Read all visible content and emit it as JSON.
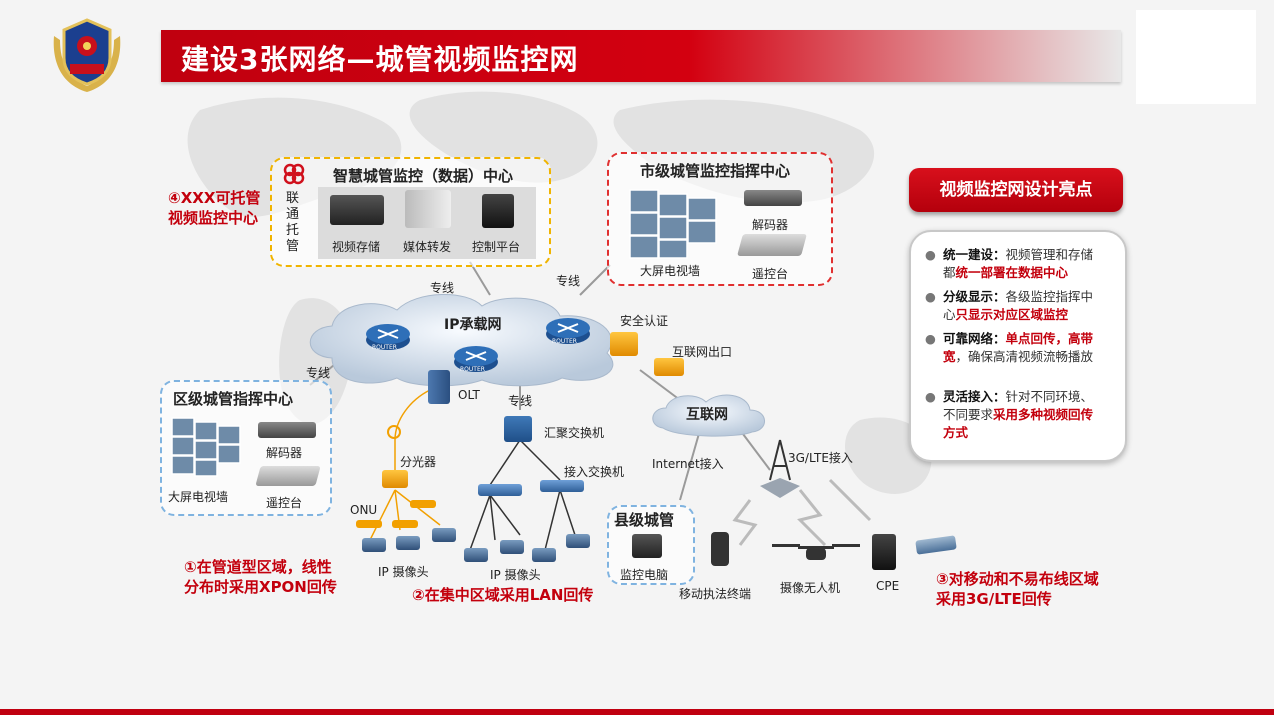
{
  "title": "建设3张网络—城管视频监控网",
  "logo_icon": "chengguan-emblem-icon",
  "smart_center": {
    "title": "智慧城管监控（数据）中心",
    "provider": "联通托管",
    "items": [
      "视频存储",
      "媒体转发",
      "控制平台"
    ]
  },
  "city_center": {
    "title": "市级城管监控指挥中心",
    "wall": "大屏电视墙",
    "decoder": "解码器",
    "console": "遥控台"
  },
  "district_center": {
    "title": "区级城管指挥中心",
    "wall": "大屏电视墙",
    "decoder": "解码器",
    "console": "遥控台"
  },
  "county": {
    "title": "县级城管",
    "pc": "监控电脑"
  },
  "network": {
    "ip_bearer": "IP承载网",
    "internet": "互联网",
    "security": "安全认证",
    "internet_exit": "互联网出口",
    "olt": "OLT",
    "line1": "专线",
    "line2": "专线",
    "line3": "专线",
    "line4": "专线",
    "agg_switch": "汇聚交换机",
    "access_switch": "接入交换机",
    "splitter": "分光器",
    "onu": "ONU",
    "cam1": "IP 摄像头",
    "cam2": "IP 摄像头",
    "internet_access": "Internet接入",
    "lte_access": "3G/LTE接入",
    "mobile": "移动执法终端",
    "drone": "摄像无人机",
    "cpe": "CPE",
    "router_label": "ROUTER"
  },
  "notes": {
    "n4": [
      "④XXX可托管",
      "视频监控中心"
    ],
    "n1": [
      "①在管道型区域，线性",
      "分布时采用XPON回传"
    ],
    "n2": "②在集中区域采用LAN回传",
    "n3": [
      "③对移动和不易布线区域",
      "采用3G/LTE回传"
    ]
  },
  "highlights": {
    "title": "视频监控网设计亮点",
    "items": [
      {
        "bold": "统一建设：",
        "normal": "视频管理和存储都",
        "red": "统一部署在数据中心",
        "tail": ""
      },
      {
        "bold": "分级显示：",
        "normal": "各级监控指挥中心",
        "red": "只显示对应区域监控",
        "tail": ""
      },
      {
        "bold": "可靠网络：",
        "normal": "",
        "red": "单点回传，高带宽",
        "tail": "，确保高清视频流畅播放"
      },
      {
        "bold": "灵活接入：",
        "normal": "针对不同环境、不同要求",
        "red": "采用多种视频回传方式",
        "tail": ""
      }
    ]
  },
  "colors": {
    "brand_red": "#c3000d",
    "orange_dash": "#f0b400",
    "red_dash": "#e03030",
    "blue_dash": "#7fb3e0"
  }
}
